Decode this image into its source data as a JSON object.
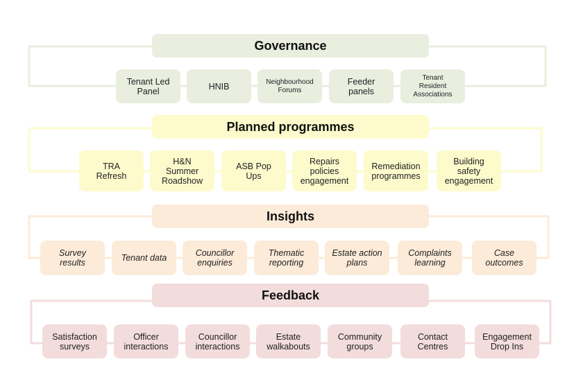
{
  "colors": {
    "governance": "#e9eedf",
    "planned": "#fdfbcc",
    "insights": "#fcebd9",
    "feedback": "#f3dcdc"
  },
  "governance": {
    "title": "Governance",
    "items": [
      "Tenant Led\nPanel",
      "HNIB",
      "Neighbourhood\nForums",
      "Feeder\npanels",
      "Tenant\nResident\nAssociations"
    ]
  },
  "planned": {
    "title": "Planned programmes",
    "items": [
      "TRA\nRefresh",
      "H&N\nSummer\nRoadshow",
      "ASB Pop\nUps",
      "Repairs\npolicies\nengagement",
      "Remediation\nprogrammes",
      "Building\nsafety\nengagement"
    ]
  },
  "insights": {
    "title": "Insights",
    "items": [
      "Survey\nresults",
      "Tenant data",
      "Councillor\nenquiries",
      "Thematic\nreporting",
      "Estate action\nplans",
      "Complaints\nlearning",
      "Case\noutcomes"
    ]
  },
  "feedback": {
    "title": "Feedback",
    "items": [
      "Satisfaction\nsurveys",
      "Officer\ninteractions",
      "Councillor\ninteractions",
      "Estate\nwalkabouts",
      "Community\ngroups",
      "Contact\nCentres",
      "Engagement\nDrop Ins"
    ]
  }
}
